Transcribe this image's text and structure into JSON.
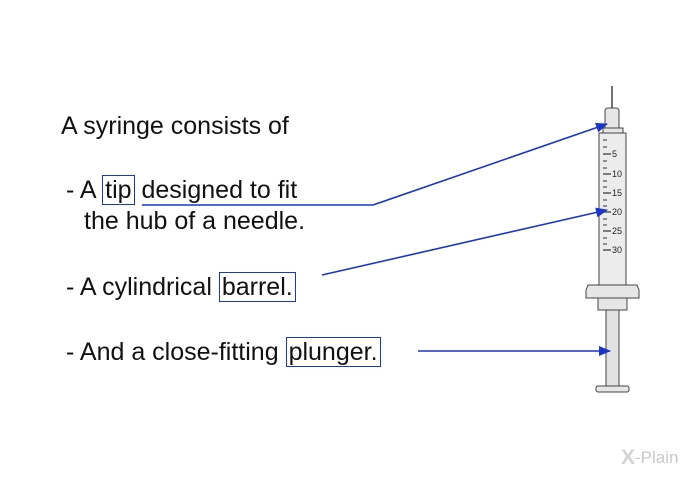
{
  "heading": "A syringe consists of",
  "items": [
    {
      "prefix": "- A ",
      "term": "tip",
      "suffix": " designed to fit",
      "continuation": "the hub of a needle."
    },
    {
      "prefix": "- A cylindrical ",
      "term": "barrel.",
      "suffix": ""
    },
    {
      "prefix": "- And a close-fitting ",
      "term": "plunger.",
      "suffix": ""
    }
  ],
  "scale_labels": [
    "5",
    "10",
    "15",
    "20",
    "25",
    "30"
  ],
  "logo": {
    "mark": "X",
    "text": "-Plain"
  },
  "colors": {
    "arrow": "#1a35c8",
    "box": "#1a35c8",
    "syringe_fill": "#e6e6e6",
    "syringe_stroke": "#444444"
  },
  "icons": [
    "syringe-icon",
    "logo-icon"
  ]
}
